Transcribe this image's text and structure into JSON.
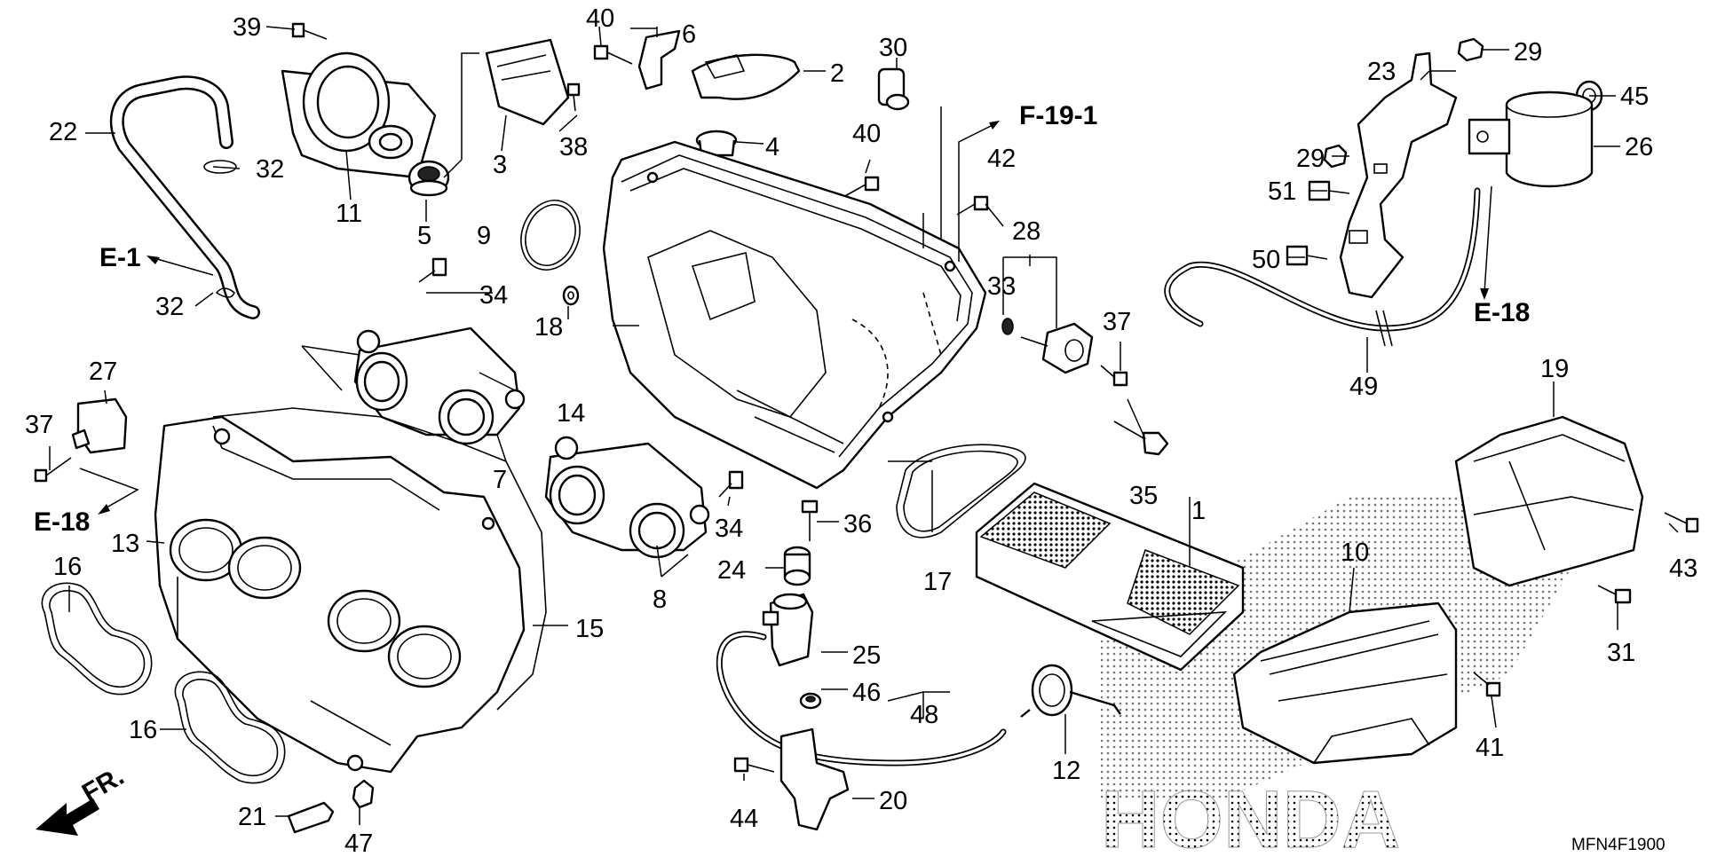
{
  "diagram": {
    "code": "MFN4F1900",
    "brand": "HONDA",
    "fr_label": "FR.",
    "references": {
      "e1": "E-1",
      "e18_left": "E-18",
      "e18_right": "E-18",
      "f19": "F-19-1"
    },
    "callouts": [
      "1",
      "2",
      "3",
      "4",
      "5",
      "6",
      "7",
      "8",
      "9",
      "10",
      "11",
      "12",
      "13",
      "14",
      "15",
      "16",
      "16",
      "17",
      "18",
      "19",
      "20",
      "21",
      "22",
      "23",
      "24",
      "25",
      "26",
      "27",
      "28",
      "29",
      "29",
      "30",
      "31",
      "32",
      "32",
      "33",
      "34",
      "34",
      "35",
      "36",
      "37",
      "37",
      "38",
      "39",
      "40",
      "40",
      "41",
      "42",
      "43",
      "44",
      "45",
      "46",
      "47",
      "48",
      "49",
      "50",
      "51"
    ]
  }
}
